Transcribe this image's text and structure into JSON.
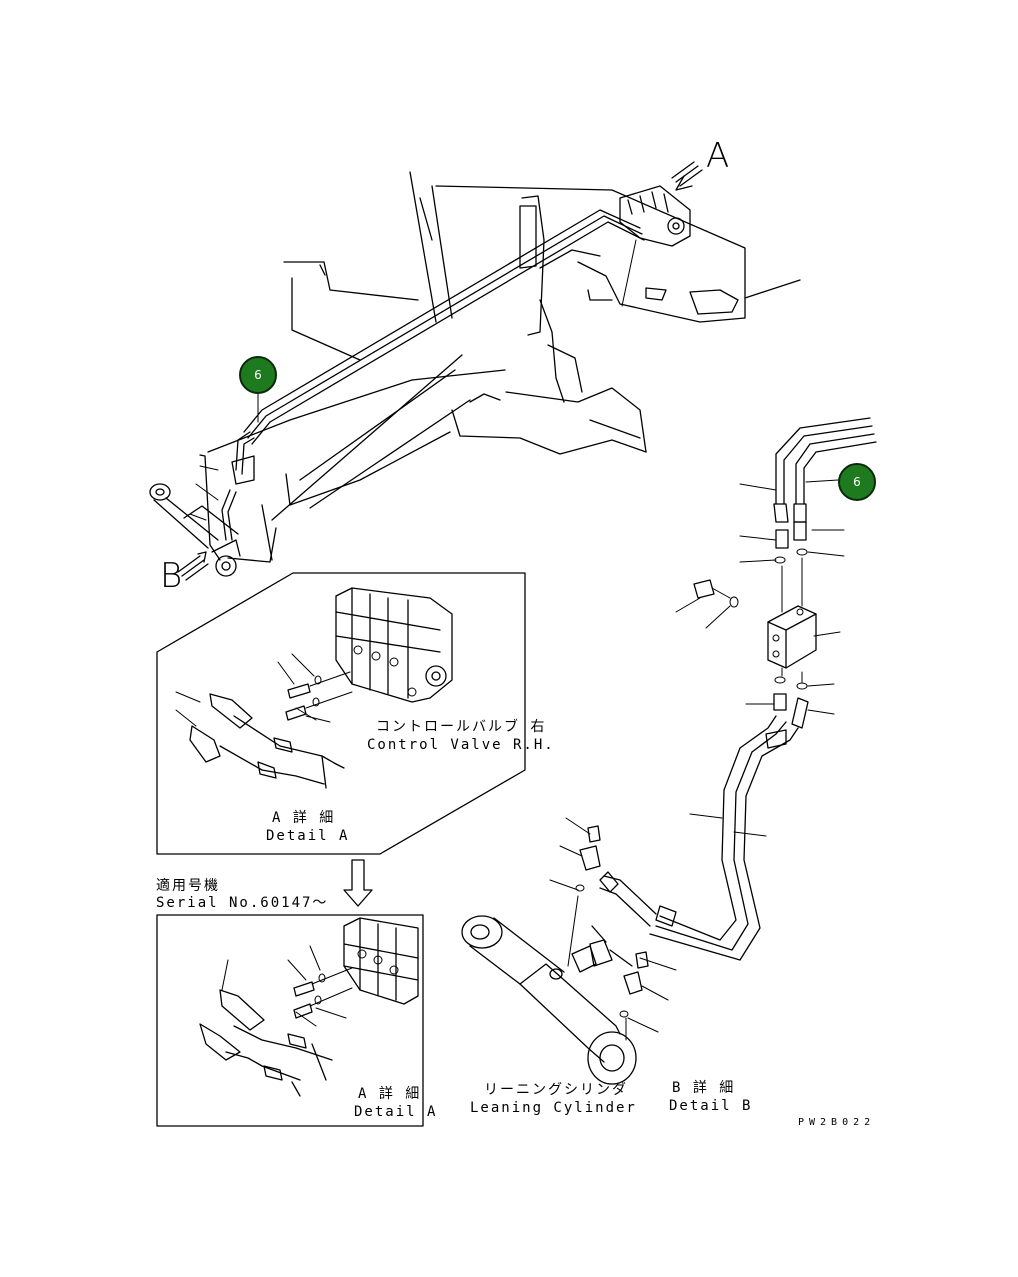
{
  "view_labels": {
    "view_a": "A",
    "view_b": "B"
  },
  "callouts": [
    {
      "number": "6"
    },
    {
      "number": "6"
    }
  ],
  "detail_a": {
    "valve_jp": "コントロールバルブ 右",
    "valve_en": "Control Valve R.H.",
    "title_jp": "A 詳 細",
    "title_en": "Detail A"
  },
  "serial": {
    "jp": "適用号機",
    "en": "Serial No.60147～"
  },
  "detail_a_serial": {
    "title_jp": "A 詳 細",
    "title_en": "Detail A"
  },
  "detail_b": {
    "cyl_jp": "リーニングシリンダ",
    "cyl_en": "Leaning Cylinder",
    "title_jp": "B 詳 細",
    "title_en": "Detail B"
  },
  "drawing_code": "PW2B022"
}
